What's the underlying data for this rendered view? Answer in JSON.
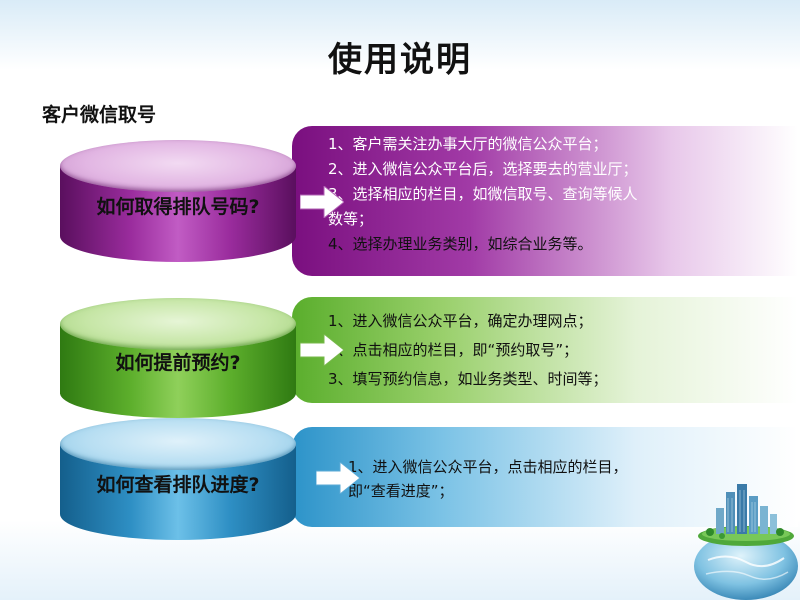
{
  "slide": {
    "title": "使用说明",
    "subtitle": "客户微信取号"
  },
  "sections": [
    {
      "question": "如何取得排队号码?",
      "steps": [
        "1、客户需关注办事大厅的微信公众平台；",
        "2、进入微信公众平台后，选择要去的营业厅；",
        "3、选择相应的栏目，如微信取号、查询等候人",
        "数等；",
        "4、选择办理业务类别，如综合业务等。"
      ]
    },
    {
      "question": "如何提前预约?",
      "steps": [
        "1、进入微信公众平台，确定办理网点；",
        "2、点击相应的栏目，即“预约取号”；",
        "3、填写预约信息，如业务类型、时间等；"
      ]
    },
    {
      "question": "如何查看排队进度?",
      "steps": [
        "1、进入微信公众平台，点击相应的栏目，",
        "即“查看进度”；"
      ]
    }
  ],
  "colors": {
    "purple": "#8e1f8e",
    "green": "#55aa2a",
    "blue": "#2e8fc4"
  }
}
